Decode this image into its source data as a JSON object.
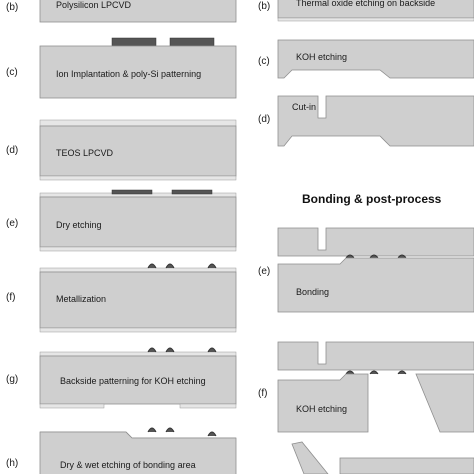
{
  "left_column": [
    {
      "step": "(b)",
      "label": "Polysilicon LPCVD"
    },
    {
      "step": "(c)",
      "label": "Ion Implantation & poly-Si patterning"
    },
    {
      "step": "(d)",
      "label": "TEOS LPCVD"
    },
    {
      "step": "(e)",
      "label": "Dry etching"
    },
    {
      "step": "(f)",
      "label": "Metallization"
    },
    {
      "step": "(g)",
      "label": "Backside patterning for KOH etching"
    },
    {
      "step": "(h)",
      "label": "Dry & wet etching of bonding area"
    }
  ],
  "right_column": {
    "steps": [
      {
        "step": "(b)",
        "label": "Thermal oxide etching on backside"
      },
      {
        "step": "(c)",
        "label": "KOH etching"
      },
      {
        "step": "(d)",
        "label": "Cut-in"
      }
    ],
    "section_heading": "Bonding & post-process",
    "post_steps": [
      {
        "step": "(e)",
        "label": "Bonding"
      },
      {
        "step": "(f)",
        "label": "KOH etching"
      }
    ]
  },
  "colors": {
    "wafer": "#cfcfcf",
    "poly": "#555555",
    "oxide": "#e6e6e6",
    "outline": "#8f8f8f"
  }
}
